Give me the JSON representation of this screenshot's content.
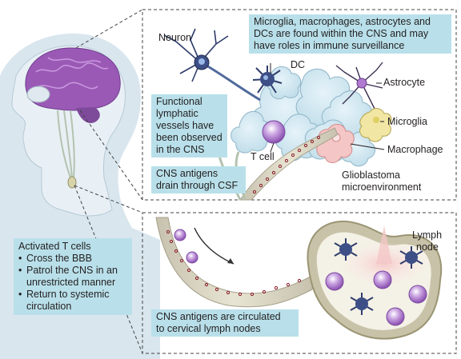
{
  "labels": {
    "neuron": "Neuron",
    "dc": "DC",
    "astrocyte": "Astrocyte",
    "microglia": "Microglia",
    "macrophage": "Macrophage",
    "tcell": "T cell",
    "glioblastoma_line1": "Glioblastoma",
    "glioblastoma_line2": "microenvironment",
    "lymph_line1": "Lymph",
    "lymph_line2": "node"
  },
  "boxes": {
    "immune_surveillance": [
      "Microglia, macrophages, astrocytes and",
      "DCs are found within the CNS and may",
      "have roles in immune surveillance"
    ],
    "lymphatic": [
      "Functional",
      "lymphatic",
      "vessels have",
      "been observed",
      "in the CNS"
    ],
    "csf": [
      "CNS antigens",
      "drain through CSF"
    ],
    "tcells_title": "Activated T cells",
    "tcells_items": [
      [
        "Cross the BBB"
      ],
      [
        "Patrol the CNS in an",
        "unrestricted manner"
      ],
      [
        "Return to systemic",
        "circulation"
      ]
    ],
    "cervical": [
      "CNS antigens are circulated",
      "to cervical lymph nodes"
    ]
  },
  "colors": {
    "box_bg": "#b9e0ea",
    "brain": "#9b59b6",
    "cell_blue": "#cde6f0",
    "tcell": "#a86bc9",
    "dc": "#2f3d6b",
    "microglia": "#f1e6a3",
    "macrophage": "#f4c6c6"
  }
}
